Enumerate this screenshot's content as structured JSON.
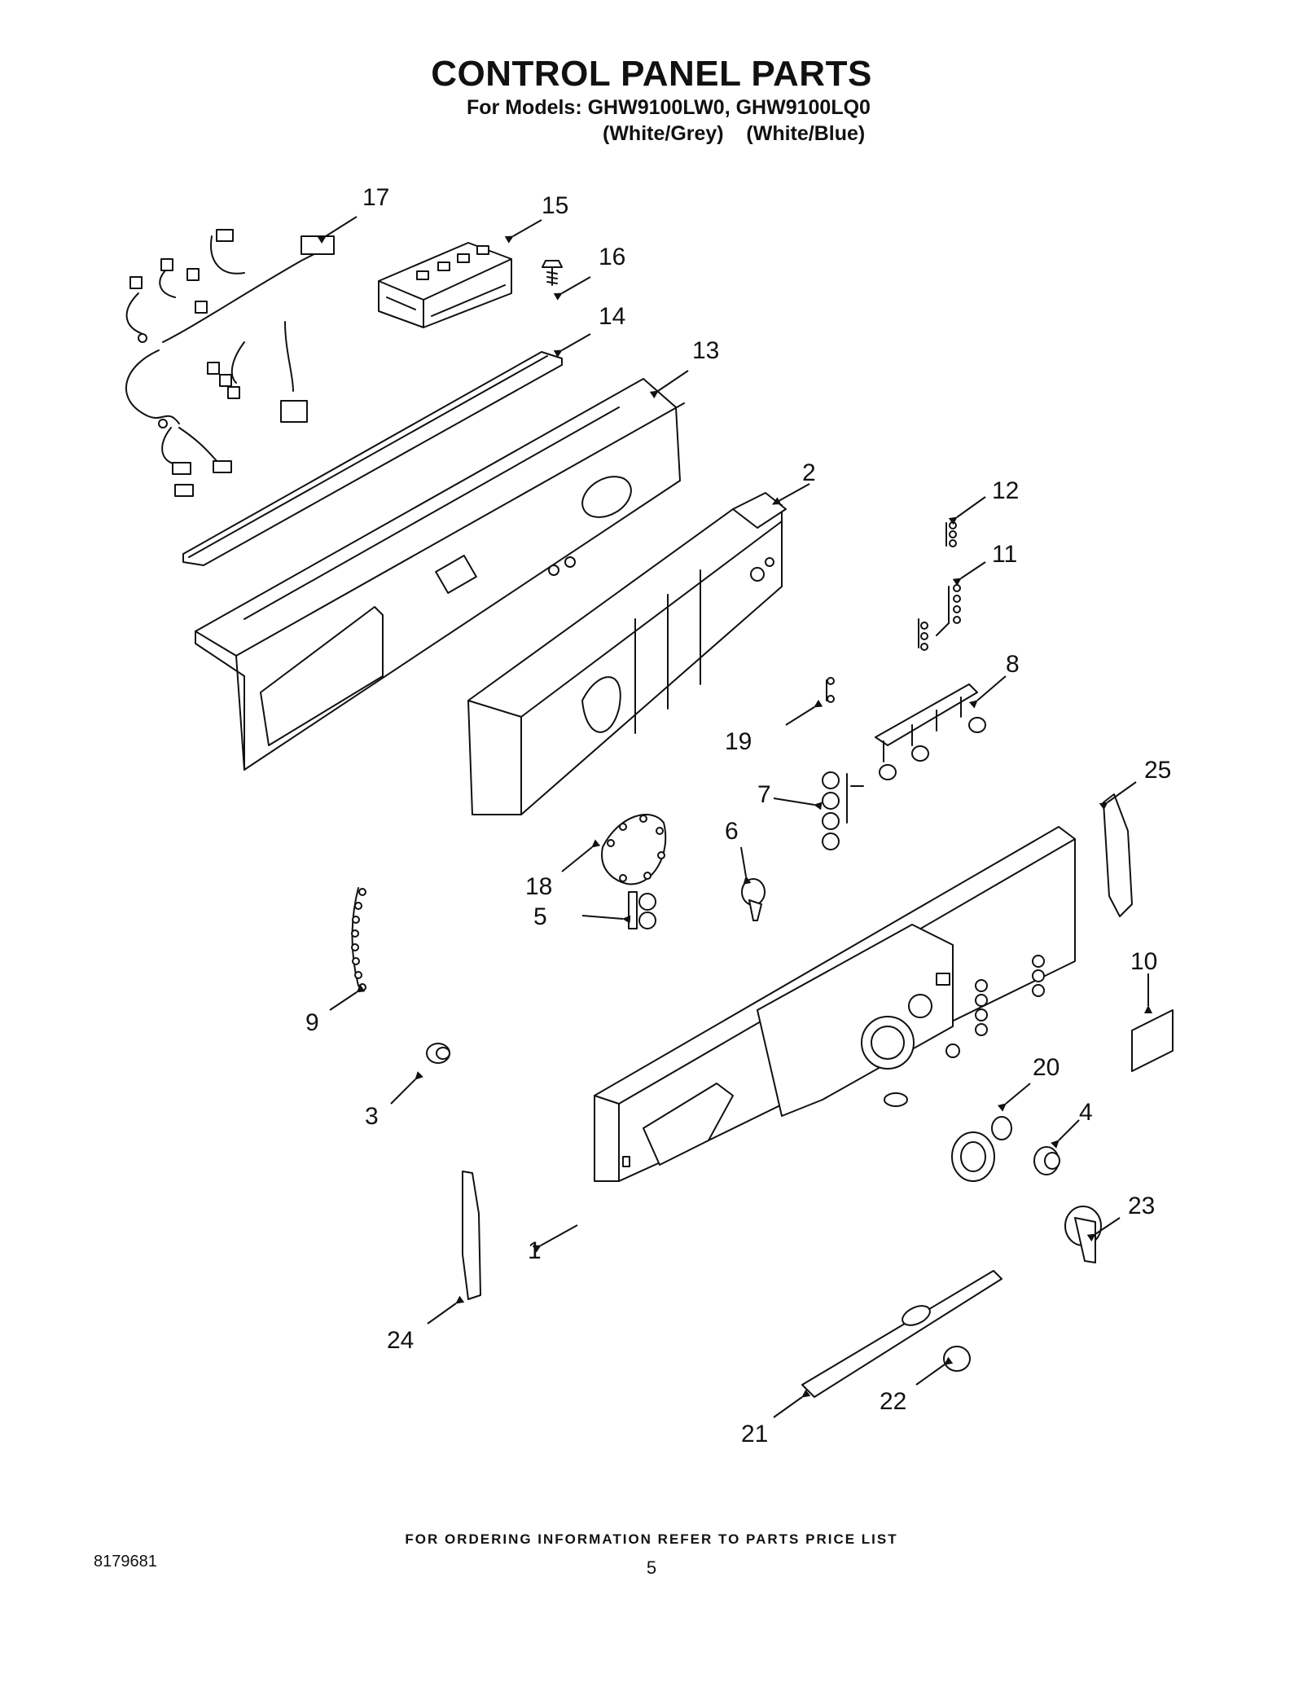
{
  "header": {
    "title": "CONTROL PANEL PARTS",
    "models": "For Models: GHW9100LW0, GHW9100LQ0",
    "variants": "(White/Grey)    (White/Blue)"
  },
  "callouts": [
    "1",
    "2",
    "3",
    "4",
    "5",
    "6",
    "7",
    "8",
    "9",
    "10",
    "11",
    "12",
    "13",
    "14",
    "15",
    "16",
    "17",
    "18",
    "19",
    "20",
    "21",
    "22",
    "23",
    "24",
    "25"
  ],
  "footer": {
    "note": "FOR ORDERING INFORMATION REFER TO PARTS PRICE LIST",
    "doc_number": "8179681",
    "page_number": "5"
  }
}
